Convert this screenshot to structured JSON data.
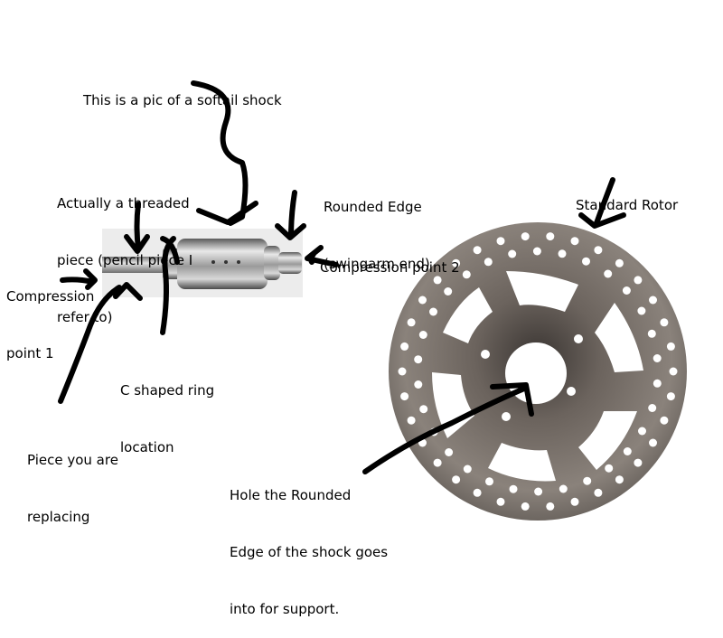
{
  "labels": {
    "title": [
      "This is a pic of a softail shock"
    ],
    "threaded_piece": [
      "Actually a threaded",
      "piece (pencil piece I",
      "refer to)"
    ],
    "rounded_edge": [
      "Rounded Edge",
      "(swingarm end)"
    ],
    "standard_rotor": [
      "Standard Rotor"
    ],
    "compression_point_2": [
      "Compression point 2"
    ],
    "compression_point_1": [
      "Compression",
      "point 1"
    ],
    "c_ring": [
      "C shaped ring",
      "location"
    ],
    "piece_replacing": [
      "Piece you are",
      "replacing"
    ],
    "hole": [
      "Hole the Rounded",
      "Edge of the shock goes",
      "into for support."
    ]
  },
  "colors": {
    "ink": "#000000",
    "rotor_steel": "#7a726c",
    "shock_chrome": "#c9c9c9",
    "photo_background": "#ececec"
  }
}
